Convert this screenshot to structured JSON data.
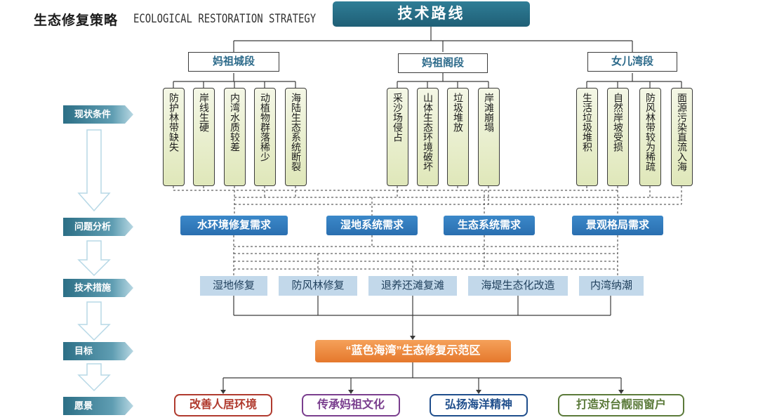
{
  "header": {
    "title_cn": "生态修复策略",
    "title_en": "ECOLOGICAL RESTORATION STRATEGY"
  },
  "main_title": "技术路线",
  "sections": [
    "妈祖城段",
    "妈祖阁段",
    "女儿湾段"
  ],
  "conditions": [
    "防护林带缺失",
    "岸线生硬",
    "内湾水质较差",
    "动植物群落稀少",
    "海陆生态系统断裂",
    "采沙场侵占",
    "山体生态环境破坏",
    "垃圾堆放",
    "岸滩崩塌",
    "生活垃圾堆积",
    "自然岸坡受损",
    "防风林带较为稀疏",
    "面源污染直流入海"
  ],
  "row_labels": [
    "现状条件",
    "问题分析",
    "技术措施",
    "目标",
    "愿景"
  ],
  "needs": [
    "水环境修复需求",
    "湿地系统需求",
    "生态系统需求",
    "景观格局需求"
  ],
  "measures": [
    "湿地修复",
    "防风林修复",
    "退养还滩复滩",
    "海堤生态化改造",
    "内湾纳潮"
  ],
  "goal": "“蓝色海湾”生态修复示范区",
  "visions": [
    {
      "text": "改善人居环境",
      "color": "#b03a2e"
    },
    {
      "text": "传承妈祖文化",
      "color": "#7a3e8e"
    },
    {
      "text": "弘扬海洋精神",
      "color": "#1f4e8c"
    },
    {
      "text": "打造对台靓丽窗户",
      "color": "#5b7a3a"
    }
  ],
  "colors": {
    "accent": "#2f7d96",
    "need_blue": "#2a6fb0",
    "measure_bg": "#c2d8ea",
    "goal_orange": "#ee8a3e",
    "condition_bg": "#e6ecc8"
  }
}
